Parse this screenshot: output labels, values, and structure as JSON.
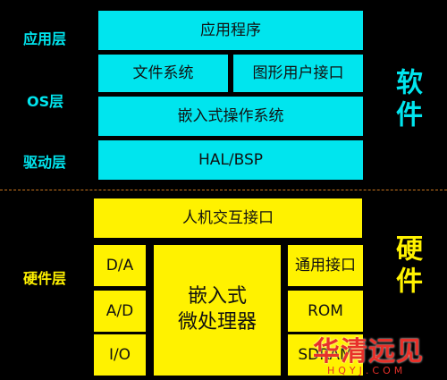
{
  "layers": {
    "app": "应用层",
    "os": "OS层",
    "driver": "驱动层",
    "hardware": "硬件层"
  },
  "software": {
    "side_label": "软件",
    "application": "应用程序",
    "file_system": "文件系统",
    "gui": "图形用户接口",
    "embedded_os": "嵌入式操作系统",
    "hal_bsp": "HAL/BSP"
  },
  "hardware": {
    "side_label": "硬件",
    "hmi": "人机交互接口",
    "da": "D/A",
    "ad": "A/D",
    "io": "I/O",
    "cpu": "嵌入式\n微处理器",
    "general_interface": "通用接口",
    "rom": "ROM",
    "sdram": "SDRAM"
  },
  "watermark": {
    "main": "华清远见",
    "sub": "HQYJ.COM"
  },
  "colors": {
    "background": "#000000",
    "software_fill": "#00E5EE",
    "hardware_fill": "#FFF200",
    "divider": "#C8741E",
    "watermark": "#E8312A"
  }
}
